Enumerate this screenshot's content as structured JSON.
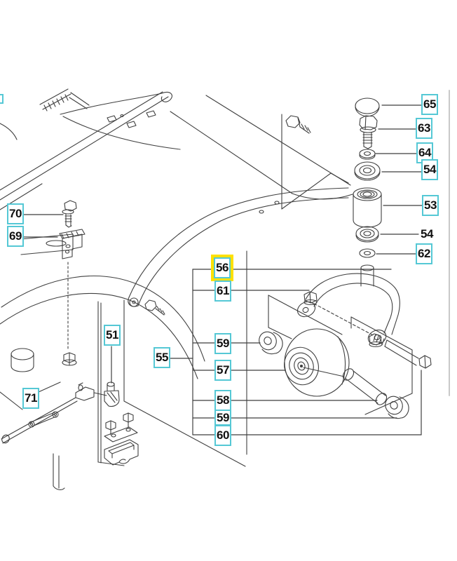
{
  "diagram": {
    "kind": "exploded-parts-diagram",
    "colors": {
      "label_border": "#55c8d5",
      "highlight": "#ffe100",
      "line": "#3f3f3f",
      "page_edge": "#c9c9c9"
    },
    "labels": [
      {
        "id": "65",
        "text": "65"
      },
      {
        "id": "63",
        "text": "63"
      },
      {
        "id": "64",
        "text": "64"
      },
      {
        "id": "54a",
        "text": "54"
      },
      {
        "id": "53",
        "text": "53"
      },
      {
        "id": "54b",
        "text": "54"
      },
      {
        "id": "62",
        "text": "62"
      },
      {
        "id": "70",
        "text": "70"
      },
      {
        "id": "69",
        "text": "69"
      },
      {
        "id": "71",
        "text": "71"
      },
      {
        "id": "51",
        "text": "51"
      },
      {
        "id": "55",
        "text": "55"
      },
      {
        "id": "56",
        "text": "56",
        "highlighted": true
      },
      {
        "id": "61",
        "text": "61"
      },
      {
        "id": "59a",
        "text": "59"
      },
      {
        "id": "57",
        "text": "57"
      },
      {
        "id": "58",
        "text": "58"
      },
      {
        "id": "59b",
        "text": "59"
      },
      {
        "id": "60",
        "text": "60"
      }
    ]
  }
}
